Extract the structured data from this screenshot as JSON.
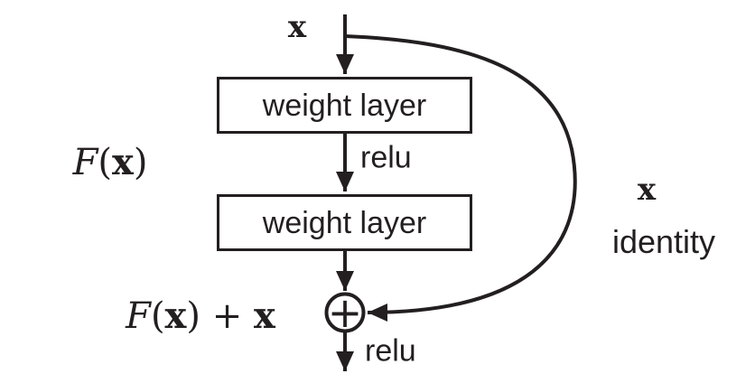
{
  "diagram": {
    "background": "#ffffff",
    "ink_color": "#231f20",
    "input_label": "x",
    "boxes": [
      {
        "label": "weight layer"
      },
      {
        "label": "weight layer"
      }
    ],
    "relu_mid_label": "relu",
    "relu_out_label": "relu",
    "skip_x_label": "x",
    "skip_identity_label": "identity",
    "plus": "+",
    "icons": {
      "plus": "+",
      "arrowhead": "▼"
    },
    "math": {
      "f": "F",
      "lparen": "(",
      "x": "x",
      "rparen": ")",
      "plus_op": " + ",
      "x2": "x"
    }
  }
}
